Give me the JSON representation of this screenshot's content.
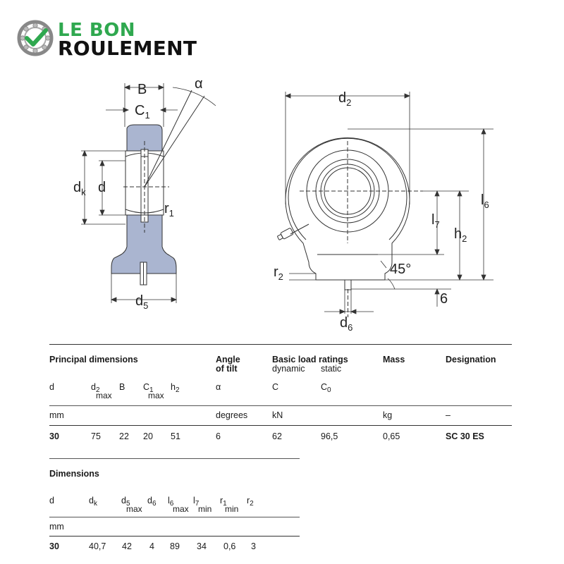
{
  "logo": {
    "line1": "LE BON",
    "line2": "ROULEMENT",
    "green": "#2fa84f"
  },
  "drawing": {
    "labels": {
      "B": "B",
      "C": "C",
      "C_sub": "1",
      "alpha": "α",
      "d_k": "d",
      "d_k_sub": "k",
      "d": "d",
      "r": "r",
      "r_sub": "1",
      "d5": "d",
      "d5_sub": "5",
      "d2": "d",
      "d2_sub": "2",
      "l6": "l",
      "l6_sub": "6",
      "l7": "l",
      "l7_sub": "7",
      "h2": "h",
      "h2_sub": "2",
      "r2": "r",
      "r2_sub": "2",
      "angle": "45°",
      "six": "6",
      "d6": "d",
      "d6_sub": "6"
    },
    "fill_color": "#aab5d0"
  },
  "table1": {
    "headers": {
      "principal": "Principal dimensions",
      "angle_line1": "Angle",
      "angle_line2": "of tilt",
      "load": "Basic load ratings",
      "dynamic": "dynamic",
      "static": "static",
      "mass": "Mass",
      "designation": "Designation"
    },
    "symbols": {
      "d": "d",
      "d2": "d",
      "d2_sub": "2",
      "d2_under": "max",
      "B": "B",
      "C1": "C",
      "C1_sub": "1",
      "C1_under": "max",
      "h2": "h",
      "h2_sub": "2",
      "alpha": "α",
      "C": "C",
      "C0": "C",
      "C0_sub": "0"
    },
    "units": {
      "mm": "mm",
      "degrees": "degrees",
      "kN": "kN",
      "kg": "kg",
      "dash": "–"
    },
    "row": {
      "d": "30",
      "d2": "75",
      "B": "22",
      "C1": "20",
      "h2": "51",
      "alpha": "6",
      "C": "62",
      "C0": "96,5",
      "mass": "0,65",
      "designation": "SC 30 ES"
    }
  },
  "table2": {
    "title": "Dimensions",
    "symbols": {
      "d": "d",
      "dk": "d",
      "dk_sub": "k",
      "d5": "d",
      "d5_sub": "5",
      "d5_under": "max",
      "d6": "d",
      "d6_sub": "6",
      "l6": "l",
      "l6_sub": "6",
      "l6_under": "max",
      "l7": "l",
      "l7_sub": "7",
      "l7_under": "min",
      "r1": "r",
      "r1_sub": "1",
      "r1_under": "min",
      "r2": "r",
      "r2_sub": "2"
    },
    "units": {
      "mm": "mm"
    },
    "row": {
      "d": "30",
      "dk": "40,7",
      "d5": "42",
      "d6": "4",
      "l6": "89",
      "l7": "34",
      "r1": "0,6",
      "r2": "3"
    }
  }
}
